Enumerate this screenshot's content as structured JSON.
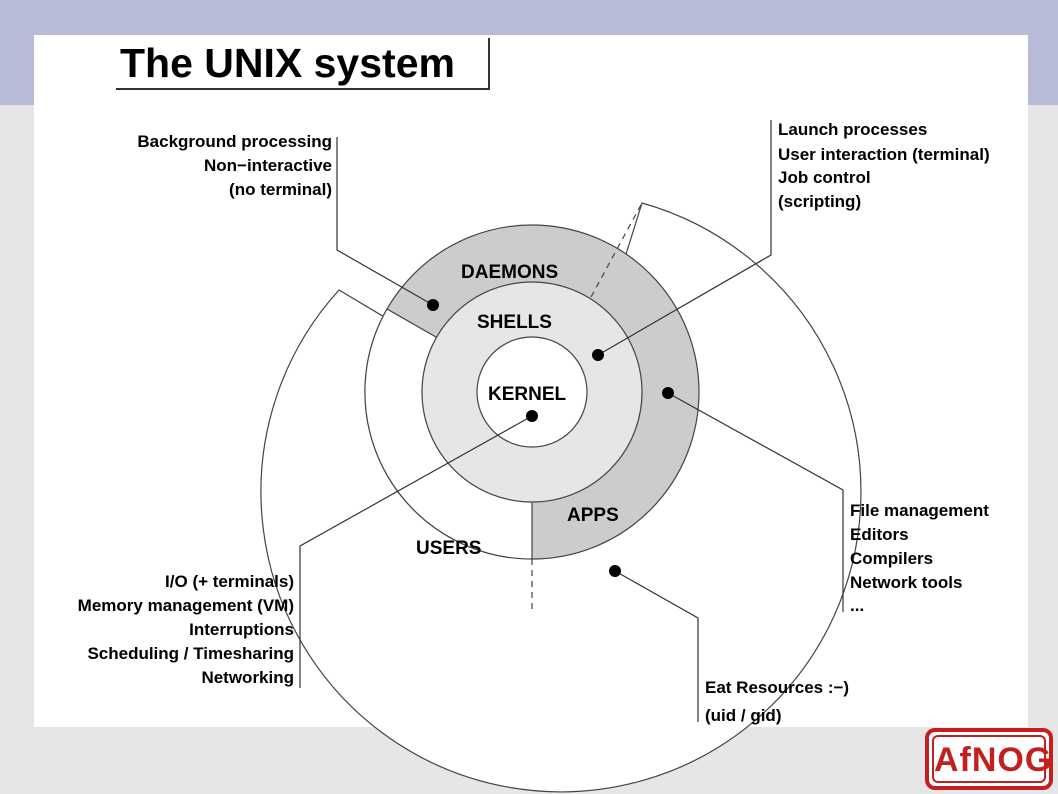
{
  "title": "The UNIX system",
  "layers": {
    "daemons": "DAEMONS",
    "shells": "SHELLS",
    "kernel": "KERNEL",
    "apps": "APPS",
    "users": "USERS"
  },
  "notes": {
    "daemons": [
      "Background processing",
      "Non−interactive",
      "(no terminal)"
    ],
    "shells": [
      "Launch processes",
      "User interaction (terminal)",
      "Job control",
      "(scripting)"
    ],
    "apps": [
      "File management",
      "Editors",
      "Compilers",
      "Network tools",
      "..."
    ],
    "kernel": [
      "I/O (+ terminals)",
      "Memory management (VM)",
      "Interruptions",
      "Scheduling / Timesharing",
      "Networking"
    ],
    "users": [
      "Eat Resources :−)",
      "(uid / gid)"
    ]
  },
  "logo": "AfNOG",
  "colors": {
    "header_band": "#b7bbd8",
    "ring_dark": "#cccccc",
    "ring_light": "#e6e6e6",
    "logo_red": "#c41e1e"
  }
}
